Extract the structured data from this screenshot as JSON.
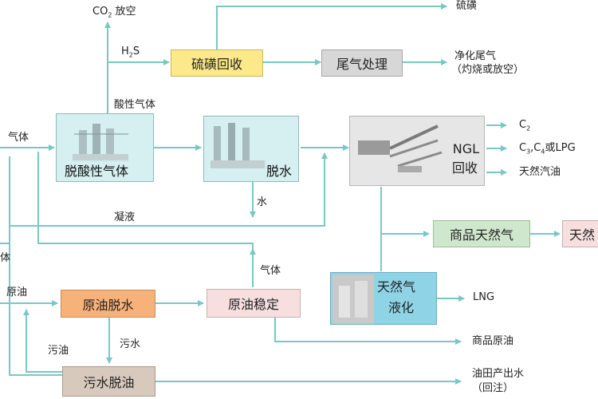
{
  "boxes": {
    "sulfur_recovery": "硫磺回收",
    "tail_gas": "尾气处理",
    "acid_gas_removal": "脱酸性气体",
    "dehydration": "脱水",
    "ngl_recovery_line1": "NGL",
    "ngl_recovery_line2": "回收",
    "commercial_gas": "商品天然气",
    "commercial_gas_partial": "天然",
    "lng_line1": "天然气",
    "lng_line2": "液化",
    "crude_dehydration": "原油脱水",
    "crude_stabilization": "原油稳定",
    "wastewater_deoiling": "污水脱油"
  },
  "labels": {
    "co2_prefix": "CO",
    "co2_sub": "2",
    "co2_suffix": " 放空",
    "h2s_prefix": "H",
    "h2s_sub": "2",
    "h2s_suffix": "S",
    "sulfur": "硫磺",
    "purified_tail_line1": "净化尾气",
    "purified_tail_line2": "（灼烧或放空）",
    "acid_gas": "酸性气体",
    "gas_left": "气体",
    "c2_prefix": "C",
    "c2_sub": "2",
    "c3_prefix": "C",
    "c3_sub": "3",
    "c3_mid": ",C",
    "c4_sub": "4",
    "c3_suffix": "或LPG",
    "natural_gasoline": "天然汽油",
    "water": "水",
    "condensate": "凝液",
    "left_body": "体",
    "gas_mid": "气体",
    "crude_oil": "原油",
    "lng": "LNG",
    "waste_oil": "污油",
    "waste_water": "污水",
    "commercial_crude": "商品原油",
    "produced_water_line1": "油田产出水",
    "produced_water_line2": "（回注）"
  },
  "colors": {
    "flow_line": "#79c8c4"
  }
}
